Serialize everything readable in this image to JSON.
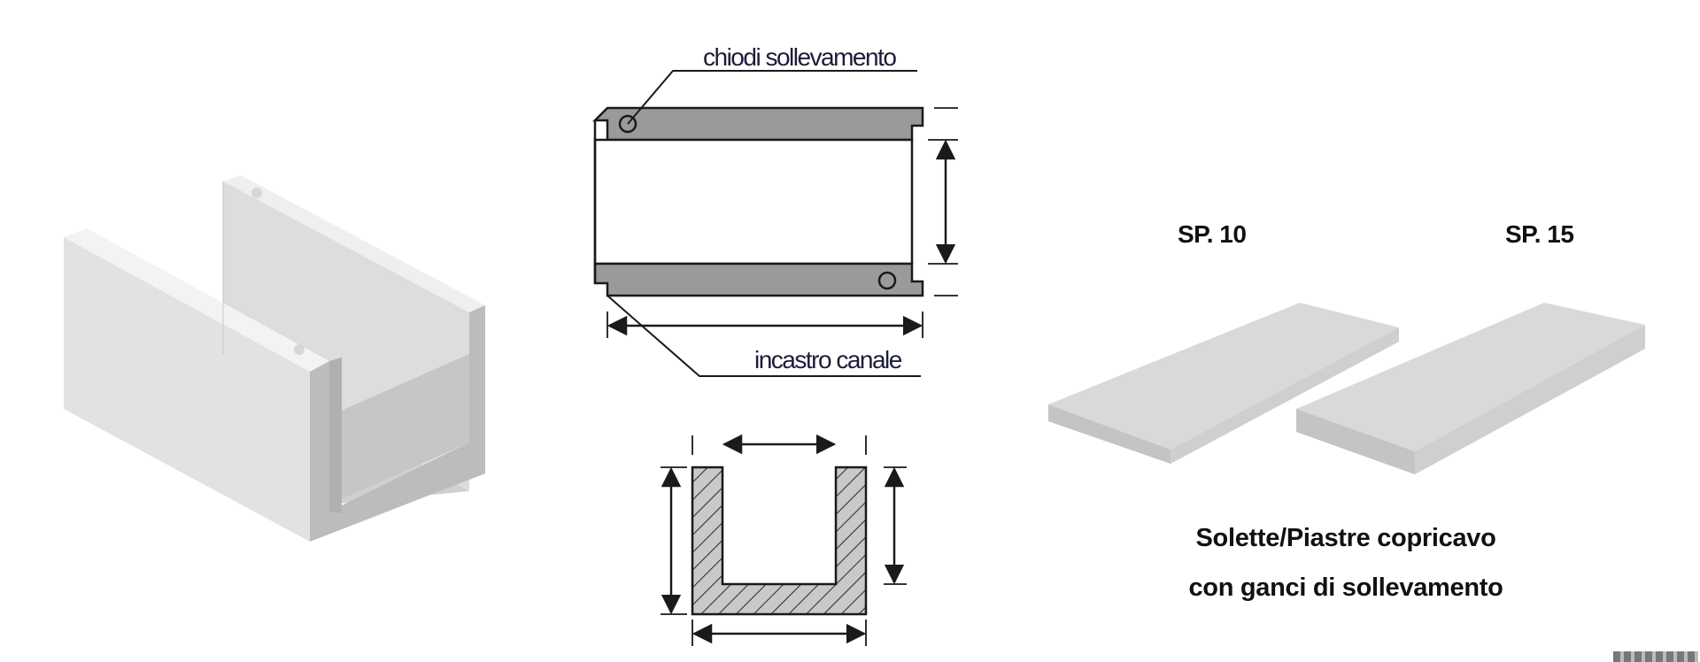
{
  "plan_view": {
    "label_lifting_pins": "chiodi sollevamento",
    "label_channel_joint": "incastro canale"
  },
  "slabs": {
    "left_label": "SP. 10",
    "right_label": "SP. 15",
    "caption_line1": "Solette/Piastre copricavo",
    "caption_line2": "con ganci di sollevamento"
  },
  "colors": {
    "concrete_light": "#e4e4e4",
    "concrete_mid": "#d3d3d3",
    "concrete_dark": "#bdbdbd",
    "plan_fill": "#9a9a9a",
    "line": "#1a1a1a"
  }
}
